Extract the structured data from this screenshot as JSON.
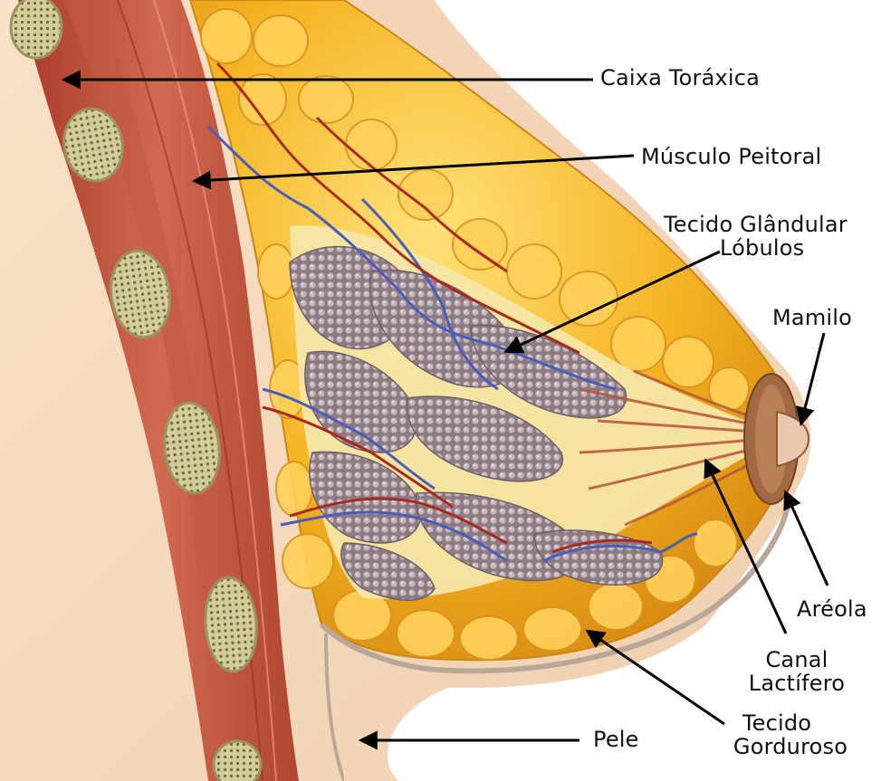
{
  "labels": {
    "rib_cage": "Caixa Toráxica",
    "pectoral_muscle": "Músculo Peitoral",
    "glandular_line1": "Tecido Glândular",
    "glandular_line2": "Lóbulos",
    "nipple": "Mamilo",
    "areola": "Aréola",
    "duct_line1": "Canal",
    "duct_line2": "Lactífero",
    "fat_line1": "Tecido",
    "fat_line2": "Gorduroso",
    "skin": "Pele"
  },
  "colors": {
    "background_skin": "#f5dcc3",
    "muscle": "#b84a34",
    "muscle_light": "#d2705a",
    "rib_bone": "#d8d0a0",
    "fat": "#f2b21f",
    "fat_light": "#ffd75a",
    "gland": "#8f7f86",
    "gland_light": "#b6a8ad",
    "duct_bg": "#f6e6a8",
    "vein": "#4b5db8",
    "artery": "#a82a1e",
    "nipple": "#9a6440",
    "arrow": "#000000"
  }
}
